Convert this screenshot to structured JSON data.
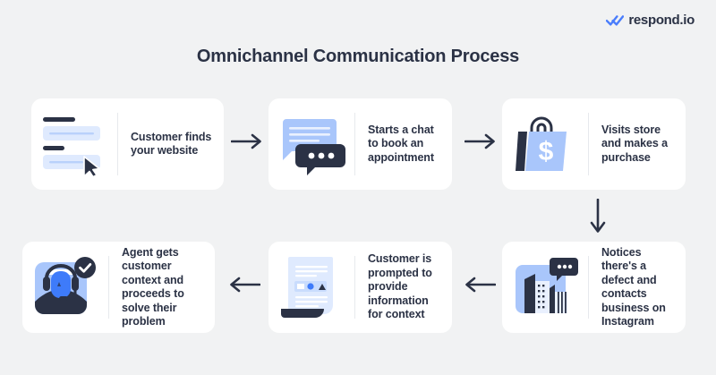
{
  "brand": {
    "logo_text": "respond.io",
    "logo_icon": "double-check-icon",
    "accent_color": "#4a7dfc",
    "dark_color": "#2b3245",
    "light_blue": "#a9c6fb",
    "pale_blue": "#dfeafe",
    "background": "#f1f2f3",
    "card_background": "#ffffff"
  },
  "header": {
    "title": "Omnichannel Communication Process"
  },
  "steps": [
    {
      "id": "step-1",
      "icon": "webform-cursor-icon",
      "label": "Customer finds your website"
    },
    {
      "id": "step-2",
      "icon": "chat-bubbles-icon",
      "label": "Starts a chat to book an appointment"
    },
    {
      "id": "step-3",
      "icon": "shopping-bag-dollar-icon",
      "label": "Visits store and makes a purchase"
    },
    {
      "id": "step-4",
      "icon": "city-buildings-chat-icon",
      "label": "Notices there's a defect and contacts business on Instagram"
    },
    {
      "id": "step-5",
      "icon": "document-form-icon",
      "label": "Customer is prompted to provide information for context"
    },
    {
      "id": "step-6",
      "icon": "support-agent-check-icon",
      "label": "Agent gets customer context and proceeds to solve their problem"
    }
  ],
  "connectors": [
    {
      "id": "connector-1",
      "direction": "right"
    },
    {
      "id": "connector-2",
      "direction": "right"
    },
    {
      "id": "connector-3",
      "direction": "down"
    },
    {
      "id": "connector-4",
      "direction": "left"
    },
    {
      "id": "connector-5",
      "direction": "left"
    }
  ]
}
